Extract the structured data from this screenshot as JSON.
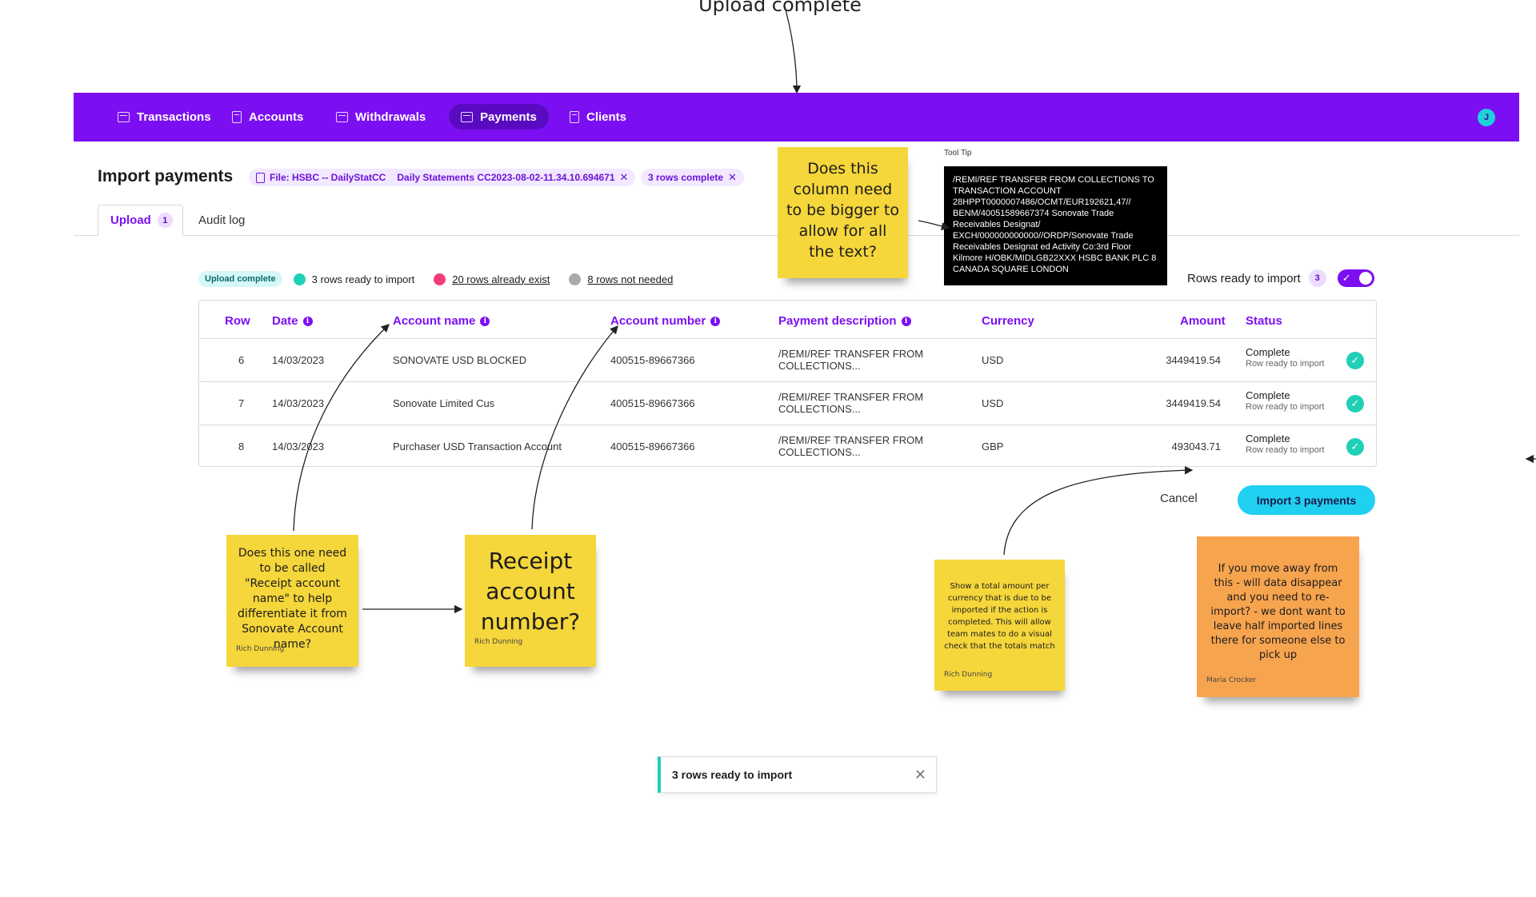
{
  "board": {
    "title": "Upload complete"
  },
  "nav": {
    "items": [
      {
        "label": "Transactions"
      },
      {
        "label": "Accounts"
      },
      {
        "label": "Withdrawals"
      },
      {
        "label": "Payments"
      },
      {
        "label": "Clients"
      }
    ],
    "active": "Payments",
    "avatar_initial": "J",
    "brand_color": "#7c0ff2"
  },
  "header": {
    "title": "Import payments",
    "file_chip": {
      "file_label": "File: HSBC -- DailyStatCC",
      "file_name": "Daily Statements CC2023-08-02-11.34.10.694671"
    },
    "status_chip": "3 rows complete"
  },
  "tabs": [
    {
      "label": "Upload",
      "badge": "1"
    },
    {
      "label": "Audit log"
    }
  ],
  "status_bar": {
    "upload_status": "Upload complete",
    "legend": [
      {
        "label": "3 rows ready to import",
        "color": "#1fd0b6"
      },
      {
        "label": "20 rows already exist",
        "color": "#f23c7a"
      },
      {
        "label": "8 rows not needed",
        "color": "#aaaaaa"
      }
    ]
  },
  "filter": {
    "label": "Rows ready to import",
    "count": "3",
    "enabled": true
  },
  "table": {
    "columns": [
      "Row",
      "Date",
      "Account name",
      "Account number",
      "Payment description",
      "Currency",
      "Amount",
      "Status"
    ],
    "rows": [
      {
        "row": "6",
        "date": "14/03/2023",
        "account_name": "SONOVATE USD BLOCKED",
        "account_number": "400515-89667366",
        "description": "/REMI/REF TRANSFER FROM COLLECTIONS...",
        "currency": "USD",
        "amount": "3449419.54",
        "status": "Complete",
        "status_detail": "Row ready to import"
      },
      {
        "row": "7",
        "date": "14/03/2023",
        "account_name": "Sonovate Limited Cus",
        "account_number": "400515-89667366",
        "description": "/REMI/REF TRANSFER FROM COLLECTIONS...",
        "currency": "USD",
        "amount": "3449419.54",
        "status": "Complete",
        "status_detail": "Row ready to import"
      },
      {
        "row": "8",
        "date": "14/03/2023",
        "account_name": "Purchaser USD Transaction Account",
        "account_number": "400515-89667366",
        "description": "/REMI/REF TRANSFER FROM COLLECTIONS...",
        "currency": "GBP",
        "amount": "493043.71",
        "status": "Complete",
        "status_detail": "Row ready to import"
      }
    ]
  },
  "actions": {
    "cancel": "Cancel",
    "import": "Import 3 payments"
  },
  "tooltip": {
    "label": "Tool Tip",
    "text": "/REMI/REF TRANSFER FROM COLLECTIONS TO TRANSACTION ACCOUNT 28HPPT0000007486/OCMT/EUR192621,47// BENM/400515896673​74 Sonovate Trade Receivables Designat/ EXCH/000000000000//ORDP/Sonovate Trade Receivables Designat ed Activity Co:3rd Floor Kilmore H/OBK/MIDLGB22XXX HSBC BANK PLC 8 CANADA SQUARE LONDON"
  },
  "toast": {
    "text": "3 rows ready to import"
  },
  "stickies": [
    {
      "text": "Does this column need to be bigger to allow for all the text?",
      "author": ""
    },
    {
      "text": "Does this one need to be called \"Receipt account name\" to help differentiate it from Sonovate Account name?",
      "author": "Rich Dunning"
    },
    {
      "text": "Receipt account number?",
      "author": "Rich Dunning"
    },
    {
      "text": "Show a total amount per currency that is due to be imported if the action is completed. This will allow team mates to do a visual check that the totals match",
      "author": "Rich Dunning"
    },
    {
      "text": "If you move away from this - will data disappear and you need to re-import? - we dont want to leave half imported lines there for someone else to pick up",
      "author": "Maria Crocker"
    }
  ]
}
